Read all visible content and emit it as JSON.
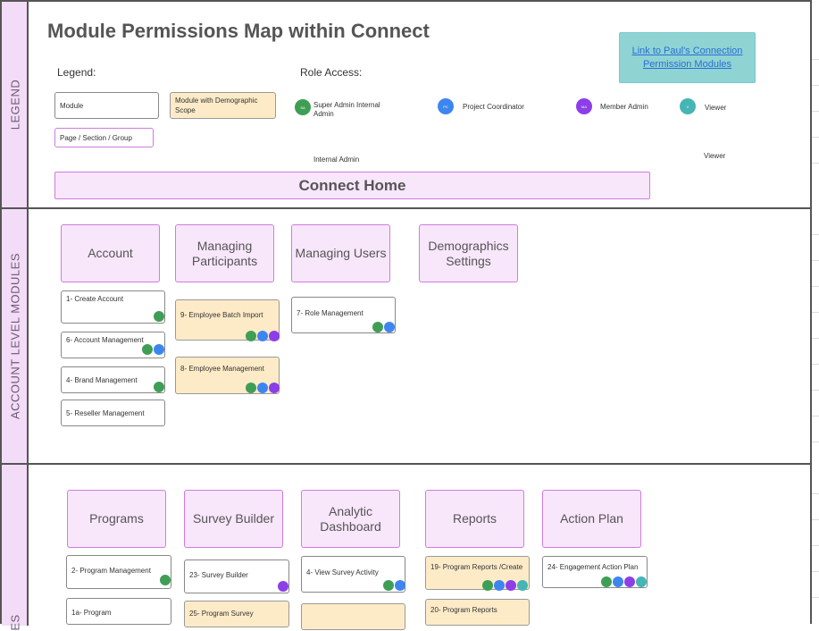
{
  "title": "Module Permissions Map within Connect",
  "link_text": "Link to Paul's Connection Permission Modules",
  "legend": {
    "label": "Legend:",
    "items": [
      "Module",
      "Module with Demographic Scope",
      "Page / Section / Group"
    ]
  },
  "role_access": {
    "label": "Role Access:",
    "roles": [
      {
        "icon": "SA",
        "name": "Super Admin Internal Admin",
        "color": "#3f9e55"
      },
      {
        "icon": "PC",
        "name": "Project Coordinator",
        "color": "#3d86f0"
      },
      {
        "icon": "MA",
        "name": "Member Admin",
        "color": "#8c3fe8"
      },
      {
        "icon": "V",
        "name": "Viewer",
        "color": "#45b5b5"
      }
    ],
    "footnote_left": "Internal Admin",
    "footnote_right": "Viewer"
  },
  "home": "Connect Home",
  "tabs": {
    "legend": "LEGEND",
    "account": "ACCOUNT LEVEL MODULES",
    "third": "ES"
  },
  "account": {
    "headers": [
      "Account",
      "Managing Participants",
      "Managing Users",
      "Demographics Settings"
    ],
    "col1": [
      "1- Create Account",
      "6- Account Management",
      "4- Brand Management",
      "5- Reseller Management"
    ],
    "col2": [
      "9- Employee Batch Import",
      "8- Employee Management"
    ],
    "col3": [
      "7- Role Management"
    ]
  },
  "project": {
    "headers": [
      "Programs",
      "Survey Builder",
      "Analytic Dashboard",
      "Reports",
      "Action Plan"
    ],
    "programs": [
      "2- Program Management",
      "1a- Program"
    ],
    "survey": [
      "23- Survey Builder",
      "25- Program Survey"
    ],
    "dashboard": [
      "4- View Survey Activity"
    ],
    "reports": [
      "19- Program Reports /Create",
      "20- Program Reports"
    ],
    "action": [
      "24- Engagement Action Plan"
    ]
  }
}
